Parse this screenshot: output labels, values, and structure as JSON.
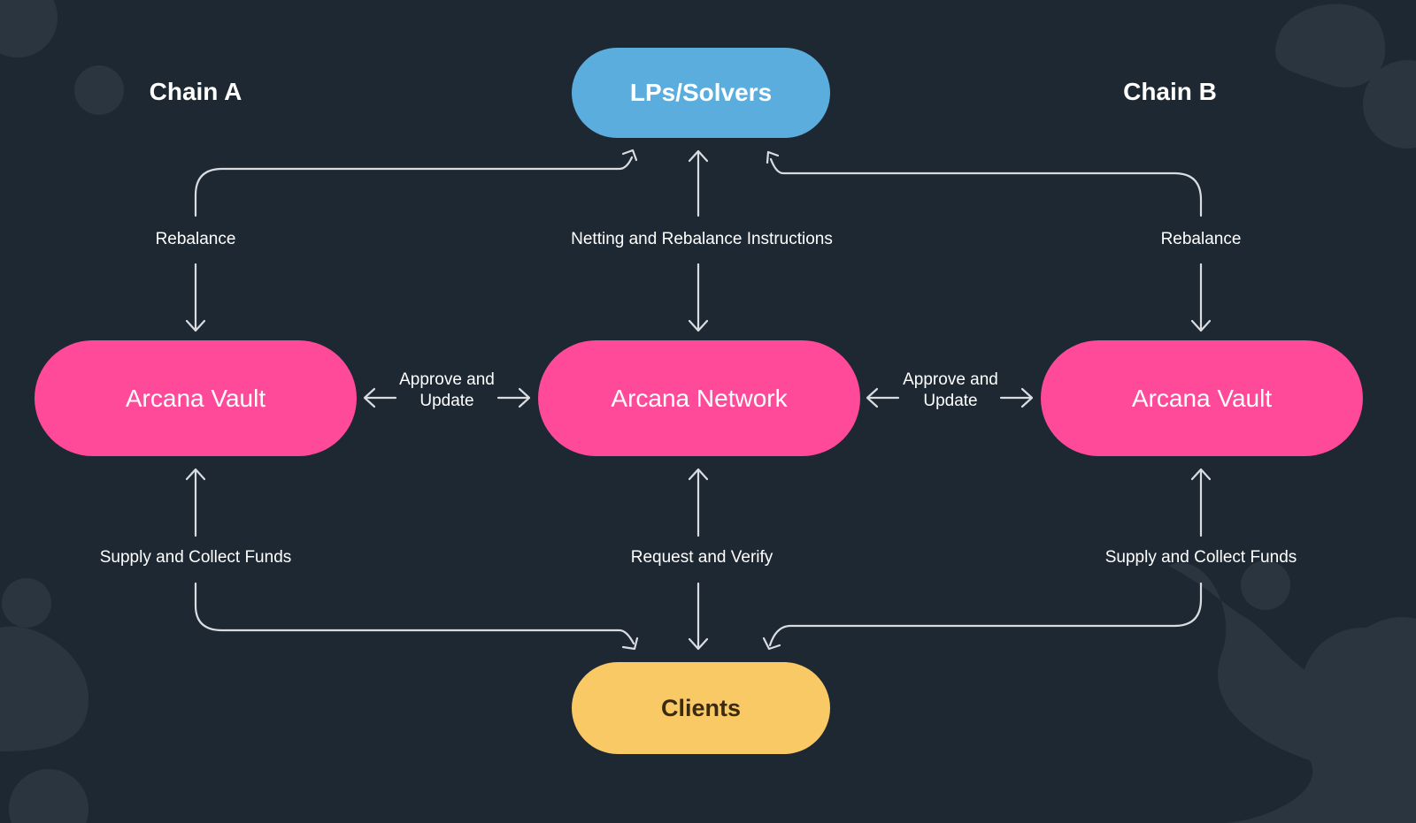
{
  "chains": {
    "left": "Chain A",
    "right": "Chain B"
  },
  "nodes": {
    "lps_solvers": "LPs/Solvers",
    "vault_a": "Arcana Vault",
    "network": "Arcana Network",
    "vault_b": "Arcana Vault",
    "clients": "Clients"
  },
  "edge_labels": {
    "rebalance_a": "Rebalance",
    "netting": "Netting and Rebalance Instructions",
    "rebalance_b": "Rebalance",
    "approve_left_1": "Approve and",
    "approve_left_2": "Update",
    "approve_right_1": "Approve and",
    "approve_right_2": "Update",
    "supply_a": "Supply and Collect Funds",
    "request": "Request and Verify",
    "supply_b": "Supply and Collect Funds"
  },
  "colors": {
    "background": "#1e2832",
    "decor": "#2a3540",
    "lines": "#d9dde2",
    "lps_solvers": "#5aaddc",
    "arcana": "#ff4a9a",
    "clients": "#f9c965"
  }
}
